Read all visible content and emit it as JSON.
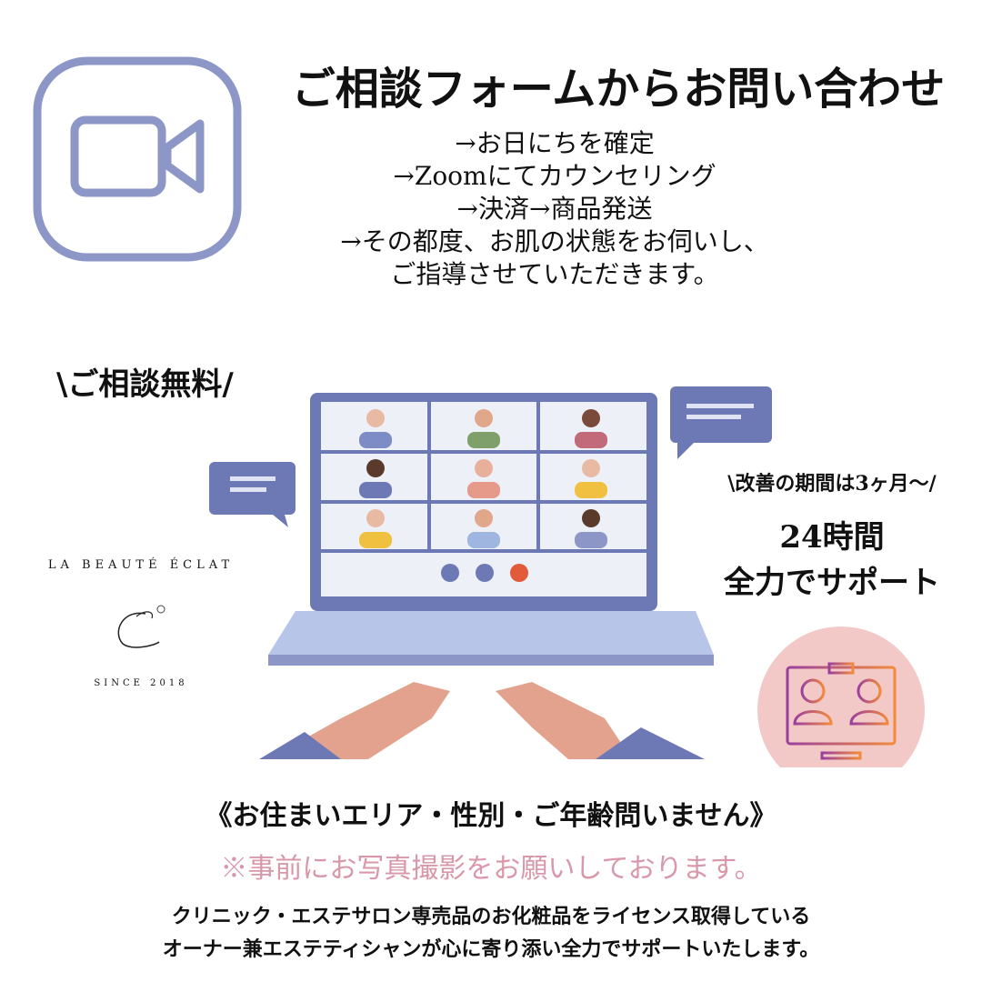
{
  "header": {
    "title": "ご相談フォームからお問い合わせ"
  },
  "steps": [
    "→お日にちを確定",
    "→Zoomにてカウンセリング",
    "→決済→商品発送",
    "→その都度、お肌の状態をお伺いし、",
    "ご指導させていただきます。"
  ],
  "free_label": "\\ご相談無料/",
  "support": {
    "period": "\\改善の期間は3ヶ月〜/",
    "line1": "24時間",
    "line2": "全力でサポート"
  },
  "logo": {
    "brand": "LA BEAUTÉ ÉCLAT",
    "since": "SINCE 2018"
  },
  "area_text": "《お住まいエリア・性別・ご年齢問いません》",
  "note_text": "※事前にお写真撮影をお願いしております。",
  "footer": [
    "クリニック・エステサロン専売品のお化粧品をライセンス取得している",
    "オーナー兼エステティシャンが心に寄り添い全力でサポートいたします。"
  ],
  "colors": {
    "icon": "#8d97c7",
    "note": "#d898aa",
    "circle": "#f2c9c6"
  }
}
